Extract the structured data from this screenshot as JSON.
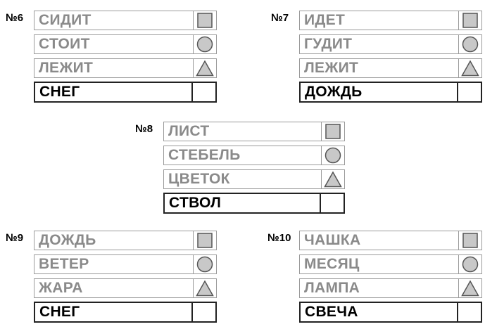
{
  "blocks": [
    {
      "number": "№6",
      "words": [
        "СИДИТ",
        "СТОИТ",
        "ЛЕЖИТ"
      ],
      "answer": "СНЕГ"
    },
    {
      "number": "№7",
      "words": [
        "ИДЕТ",
        "ГУДИТ",
        "ЛЕЖИТ"
      ],
      "answer": "ДОЖДЬ"
    },
    {
      "number": "№8",
      "words": [
        "ЛИСТ",
        "СТЕБЕЛЬ",
        "ЦВЕТОК"
      ],
      "answer": "СТВОЛ"
    },
    {
      "number": "№9",
      "words": [
        "ДОЖДЬ",
        "ВЕТЕР",
        "ЖАРА"
      ],
      "answer": "СНЕГ"
    },
    {
      "number": "№10",
      "words": [
        "ЧАШКА",
        "МЕСЯЦ",
        "ЛАМПА"
      ],
      "answer": "СВЕЧА"
    }
  ],
  "shapes": [
    "square-icon",
    "circle-icon",
    "triangle-icon"
  ],
  "colors": {
    "shape_fill": "#c8c8c8",
    "shape_stroke": "#555555",
    "clue_text": "#8a8a8a",
    "answer_text": "#000000"
  }
}
